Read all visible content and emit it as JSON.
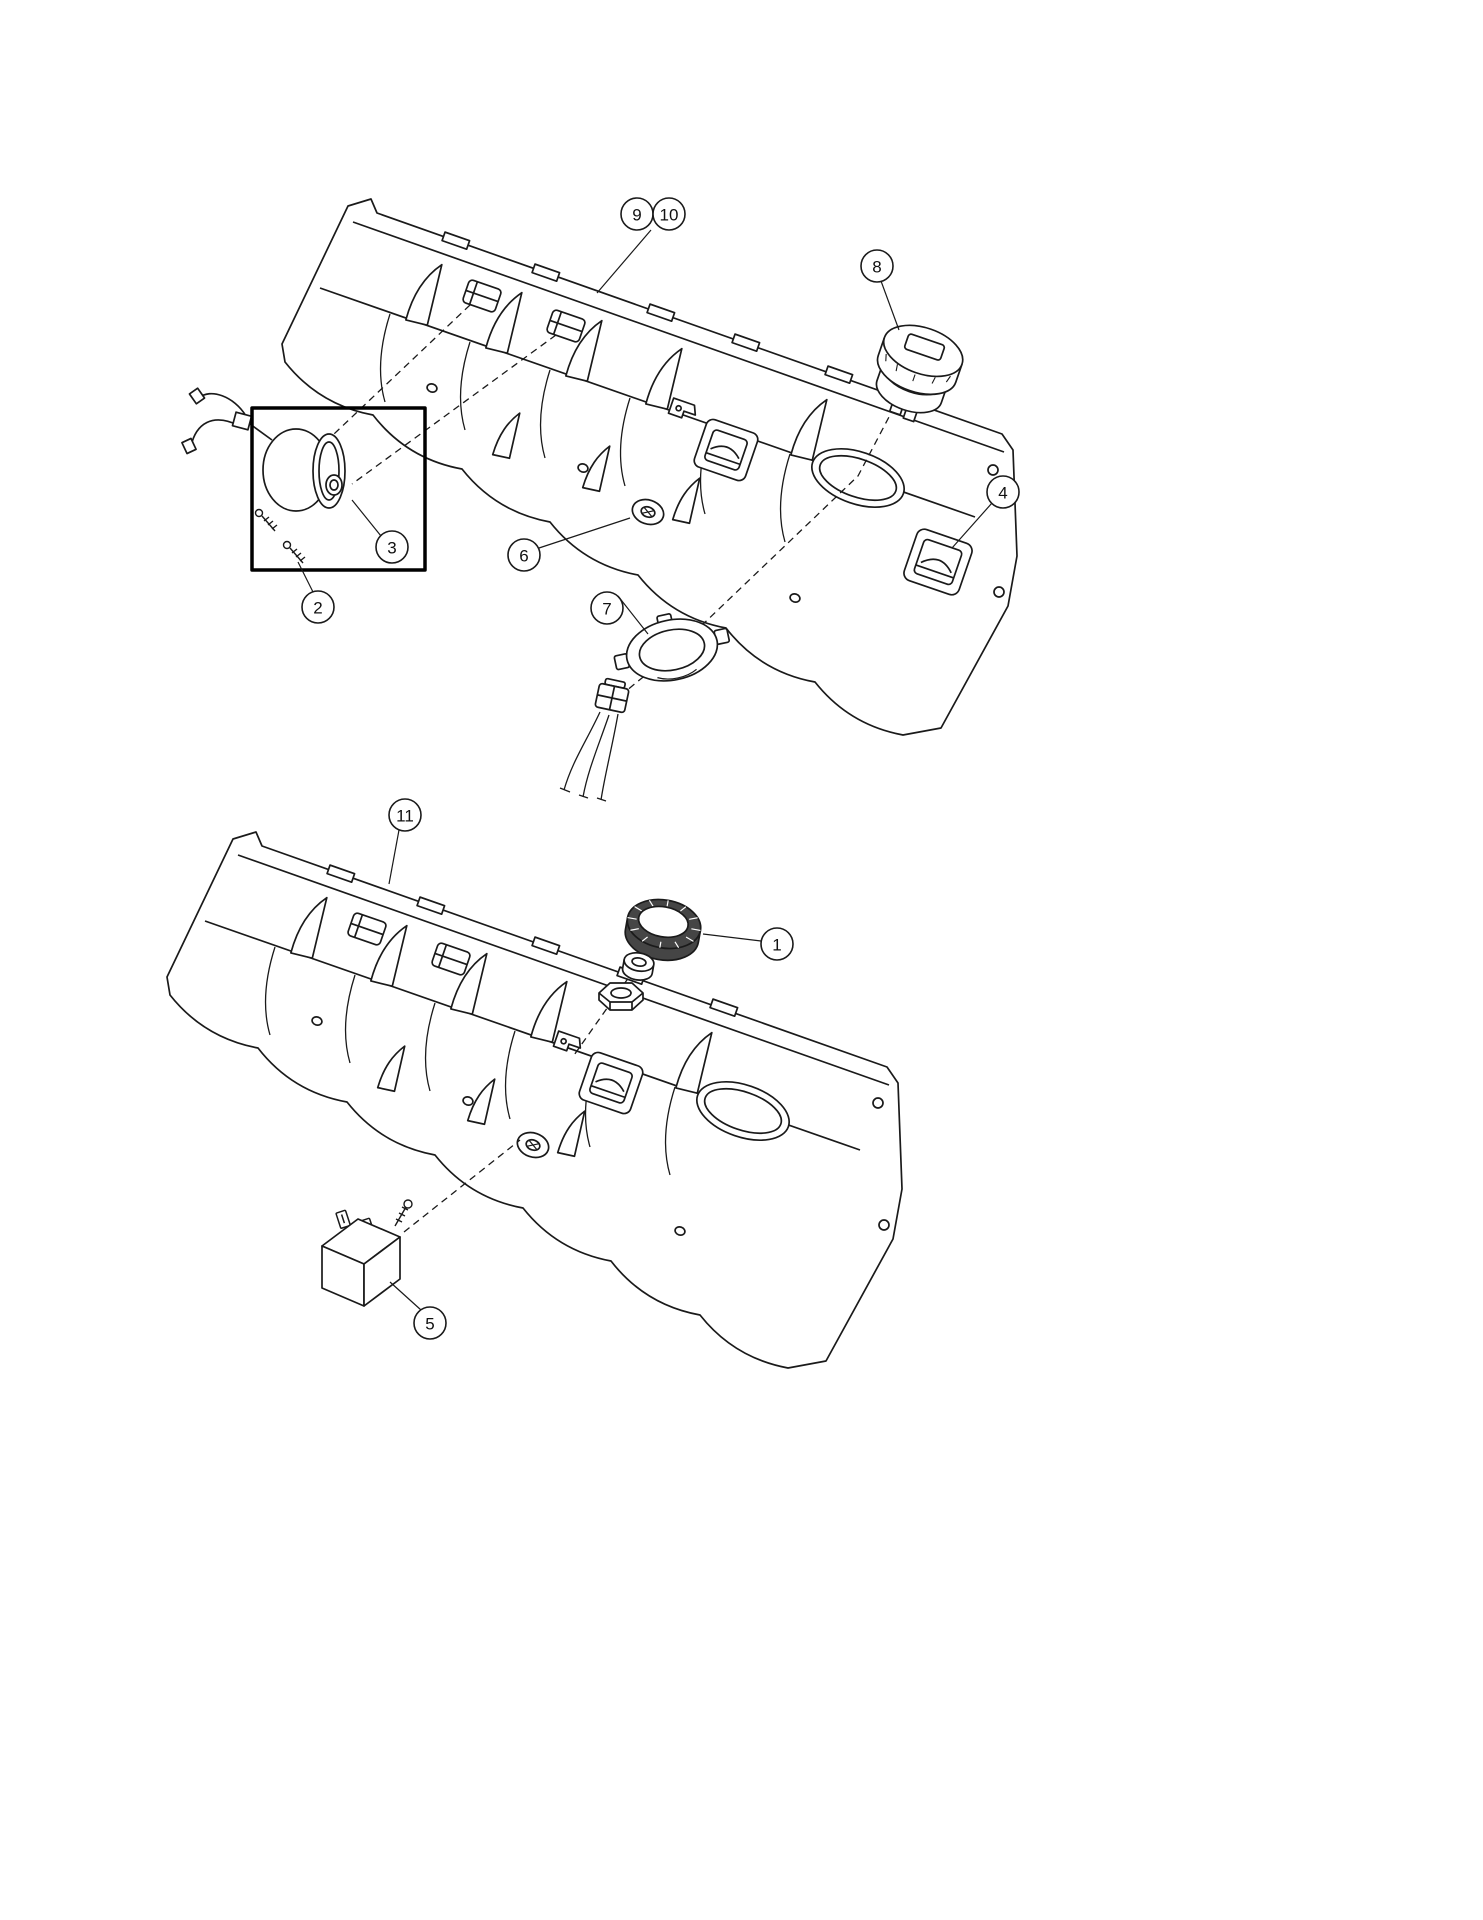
{
  "figure": {
    "name": "exploded-parts-diagram",
    "background": "#ffffff",
    "line_color": "#1a1a1a",
    "highlight_box_color": "#000000",
    "knob_fill": "#454545",
    "callouts": [
      {
        "label": "9"
      },
      {
        "label": "10"
      },
      {
        "label": "8"
      },
      {
        "label": "4"
      },
      {
        "label": "3"
      },
      {
        "label": "2"
      },
      {
        "label": "6"
      },
      {
        "label": "7"
      },
      {
        "label": "11"
      },
      {
        "label": "1"
      },
      {
        "label": "5"
      }
    ]
  }
}
